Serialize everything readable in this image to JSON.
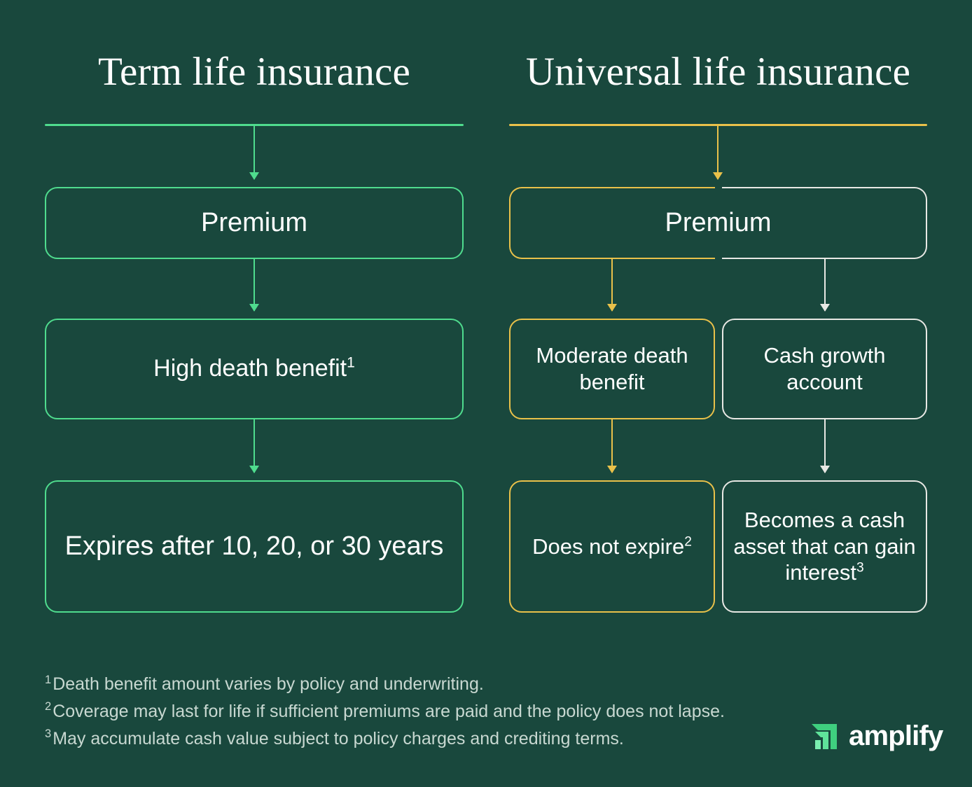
{
  "theme": {
    "background": "#19483d",
    "term_accent": "#4fdc8e",
    "universal_accent": "#e9c14a",
    "cash_accent": "#e8e8e4",
    "text": "#ffffff",
    "footnote_text": "#c8d8d1",
    "logo_green": "#4fdc8e"
  },
  "columns": {
    "term": {
      "title": "Term life insurance",
      "boxes": {
        "premium": "Premium",
        "death_benefit": "High death benefit",
        "death_benefit_footnote_marker": "1",
        "expiry": "Expires after 10, 20, or 30 years"
      }
    },
    "universal": {
      "title": "Universal life insurance",
      "boxes": {
        "premium": "Premium",
        "death_benefit": "Moderate death benefit",
        "cash_account": "Cash growth account",
        "no_expiry": "Does not expire",
        "no_expiry_footnote_marker": "2",
        "cash_asset": "Becomes a cash asset that can gain interest",
        "cash_asset_footnote_marker": "3"
      }
    }
  },
  "footnotes": [
    {
      "marker": "1",
      "text": "Death benefit amount varies by policy and underwriting."
    },
    {
      "marker": "2",
      "text": "Coverage may last for life if sufficient premiums are paid and the policy does not lapse."
    },
    {
      "marker": "3",
      "text": "May accumulate cash value subject to policy charges and crediting terms."
    }
  ],
  "logo": {
    "wordmark": "amplify",
    "mark_icon": "amplify-chevron-mark-icon"
  }
}
